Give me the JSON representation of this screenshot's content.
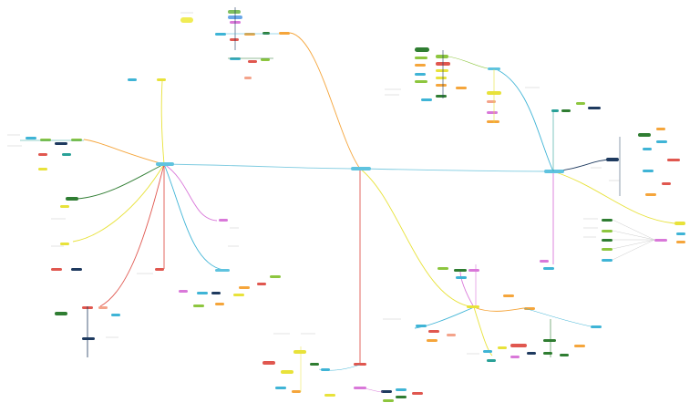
{
  "colors": {
    "background": "#ffffff",
    "orange": "#f5a53b",
    "cyan": "#3fb4d6",
    "yellow": "#e8e23a",
    "pink": "#d978d9",
    "red": "#e0574f",
    "green": "#2f7d32",
    "lime": "#8dc63f",
    "navy": "#1e3a5f",
    "teal": "#2aa198",
    "peach": "#f4a38a"
  },
  "map": {
    "root": "central-topic",
    "hubs": [
      {
        "id": "hub-center",
        "color": "cyan"
      },
      {
        "id": "hub-left",
        "color": "cyan"
      },
      {
        "id": "hub-right",
        "color": "cyan"
      },
      {
        "id": "hub-top-right",
        "color": "cyan"
      },
      {
        "id": "hub-bottom-mid",
        "color": "yellow"
      },
      {
        "id": "hub-left-lower",
        "color": "cyan"
      }
    ]
  }
}
